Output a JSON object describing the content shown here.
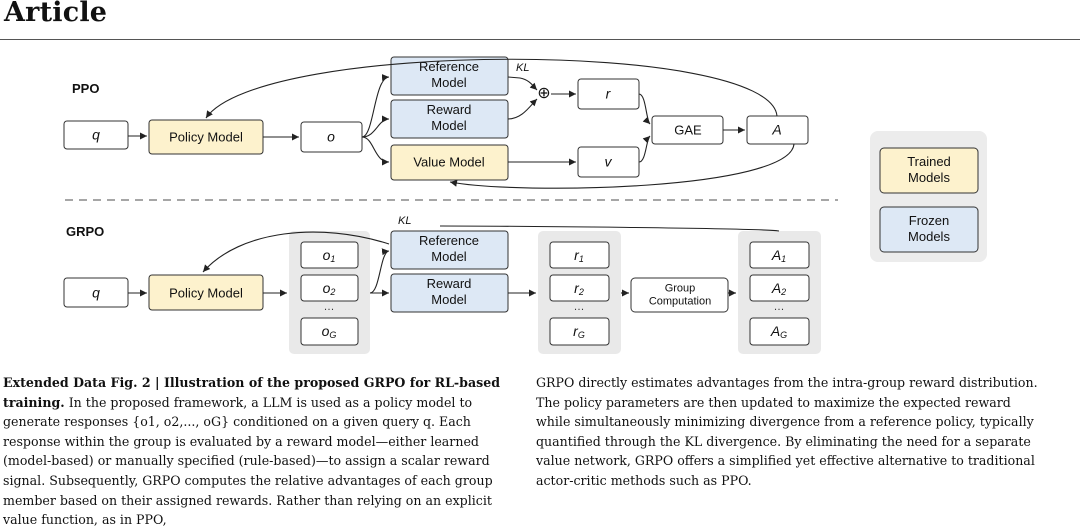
{
  "header": {
    "title": "Article"
  },
  "legend": {
    "trained": "Trained\nModels",
    "frozen": "Frozen\nModels"
  },
  "ppo": {
    "section_label": "PPO",
    "q": "q",
    "policy": "Policy Model",
    "o": "o",
    "reference": "Reference\nModel",
    "reward": "Reward\nModel",
    "value": "Value Model",
    "kl": "KL",
    "plus": "⊕",
    "r": "r",
    "v": "v",
    "gae": "GAE",
    "A": "A"
  },
  "grpo": {
    "section_label": "GRPO",
    "q": "q",
    "policy": "Policy Model",
    "kl": "KL",
    "reference": "Reference\nModel",
    "reward": "Reward\nModel",
    "group_computation": "Group\nComputation",
    "outputs": [
      {
        "base": "o",
        "sub": "1"
      },
      {
        "base": "o",
        "sub": "2"
      },
      {
        "base": "o",
        "sub": "G"
      }
    ],
    "rewards": [
      {
        "base": "r",
        "sub": "1"
      },
      {
        "base": "r",
        "sub": "2"
      },
      {
        "base": "r",
        "sub": "G"
      }
    ],
    "advantages": [
      {
        "base": "A",
        "sub": "1"
      },
      {
        "base": "A",
        "sub": "2"
      },
      {
        "base": "A",
        "sub": "G"
      }
    ],
    "ellipsis": "…"
  },
  "caption": {
    "fig_label": "Extended Data Fig. 2 | Illustration of the proposed GRPO for RL-based training.",
    "left_text": " In the proposed framework, a LLM is used as a policy model to generate responses {o1, o2,..., oG} conditioned on a given query q. Each response within the group is evaluated by a reward model—either learned (model-based) or manually specified (rule-based)—to assign a scalar reward signal. Subsequently, GRPO computes the relative advantages of each group member based on their assigned rewards. Rather than relying on an explicit value function, as in PPO,",
    "right_text": "GRPO directly estimates advantages from the intra-group reward distribution. The policy parameters are then updated to maximize the expected reward while simultaneously minimizing divergence from a reference policy, typically quantified through the KL divergence. By eliminating the need for a separate value network, GRPO offers a simplified yet effective alternative to traditional actor-critic methods such as PPO."
  },
  "colors": {
    "trained": "#fdf2cd",
    "frozen": "#dde8f5",
    "group_bg": "#e9e9e9"
  }
}
